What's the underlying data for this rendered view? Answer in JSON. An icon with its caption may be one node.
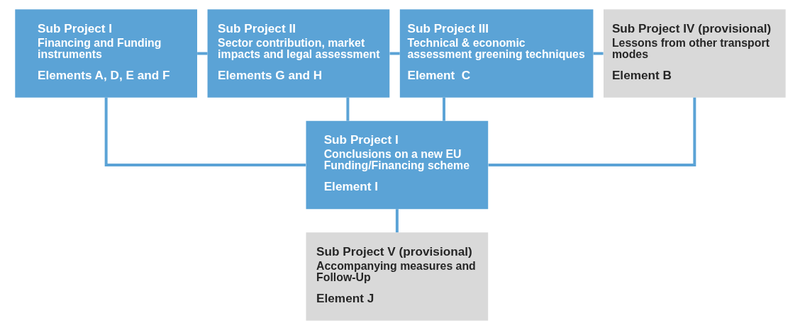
{
  "diagram": {
    "nodes": [
      {
        "text": [
          "Sub Project I",
          "Financing and Funding instruments",
          "Elements A, D, E and F"
        ]
      },
      {
        "text": [
          "Sub Project II",
          "Sector contribution, market impacts and legal assessment",
          "Elements G and H"
        ]
      },
      {
        "text": [
          "Sub Project III",
          "Technical & economic  assessment greening techniques",
          "Element  C"
        ]
      },
      {
        "text": [
          "Sub Project IV (provisional)",
          "Lessons from other transport modes",
          "Element B"
        ]
      },
      {
        "text": [
          "Sub Project I",
          "Conclusions on a new EU Funding/Financing scheme",
          "Element I"
        ]
      },
      {
        "text": [
          "Sub Project V (provisional)",
          "Accompanying measures and Follow-Up",
          "Element J"
        ]
      }
    ],
    "edges": [
      {
        "from": 0,
        "to": 1,
        "arrow": "none"
      },
      {
        "from": 1,
        "to": 2,
        "arrow": "none"
      },
      {
        "from": 2,
        "to": 3,
        "arrow": "none"
      },
      {
        "from": 0,
        "to": 4,
        "arrow": "none"
      },
      {
        "from": 1,
        "to": 4,
        "arrow": "none"
      },
      {
        "from": 2,
        "to": 4,
        "arrow": "none"
      },
      {
        "from": 3,
        "to": 4,
        "arrow": "none"
      },
      {
        "from": 4,
        "to": 5,
        "arrow": "none"
      }
    ]
  }
}
